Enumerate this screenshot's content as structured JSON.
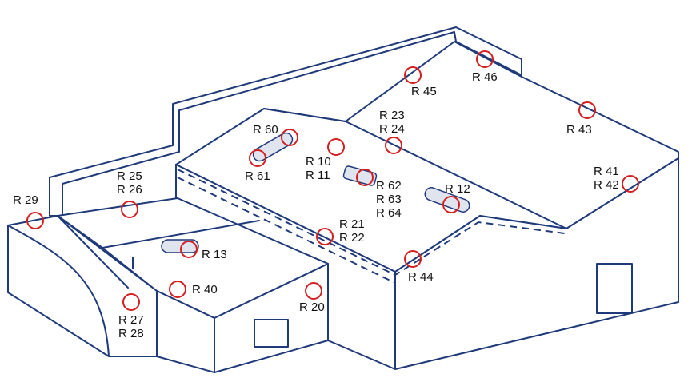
{
  "marker_color": "#d31f1f",
  "line_color": "#1f3a7a",
  "markers": [
    {
      "id": "r29",
      "label": "R 29"
    },
    {
      "id": "r25-26",
      "label": "R 25\nR 26"
    },
    {
      "id": "r27-28",
      "label": "R 27\nR 28"
    },
    {
      "id": "r13",
      "label": "R 13"
    },
    {
      "id": "r40",
      "label": "R 40"
    },
    {
      "id": "r20",
      "label": "R 20"
    },
    {
      "id": "r60",
      "label": "R 60"
    },
    {
      "id": "r61",
      "label": "R 61"
    },
    {
      "id": "r10-11",
      "label": "R 10\nR 11"
    },
    {
      "id": "r62-64",
      "label": "R 62\nR 63\nR 64"
    },
    {
      "id": "r23-24",
      "label": "R 23\nR 24"
    },
    {
      "id": "r21-22",
      "label": "R 21\nR 22"
    },
    {
      "id": "r45",
      "label": "R 45"
    },
    {
      "id": "r46",
      "label": "R 46"
    },
    {
      "id": "r43",
      "label": "R 43"
    },
    {
      "id": "r41-42",
      "label": "R 41\nR 42"
    },
    {
      "id": "r12",
      "label": "R 12"
    },
    {
      "id": "r44",
      "label": "R 44"
    }
  ]
}
